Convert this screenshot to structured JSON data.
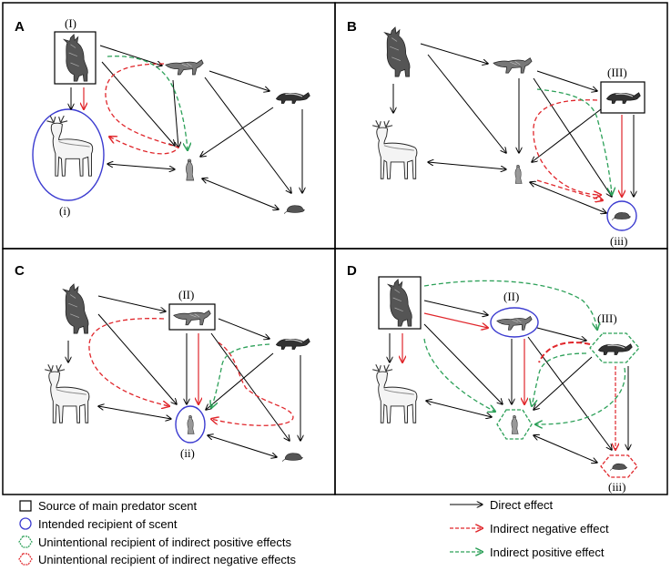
{
  "panels": [
    {
      "letter": "A",
      "source_label": "(I)",
      "recipient_label": "(i)"
    },
    {
      "letter": "B",
      "source_label": "(III)",
      "recipient_label": "(iii)"
    },
    {
      "letter": "C",
      "source_label": "(II)",
      "recipient_label": "(ii)"
    },
    {
      "letter": "D",
      "source_label": "(II)",
      "source_label_2": "(III)",
      "recipient_label": "(iii)"
    }
  ],
  "animals": [
    "wolf-icon",
    "coyote-icon",
    "deer-icon",
    "mustelid-icon",
    "squirrel-icon",
    "rodent-icon"
  ],
  "legend": {
    "source": "Source of main predator scent",
    "intended": "Intended recipient of scent",
    "unintended_positive": "Unintentional recipient of indirect positive effects",
    "unintended_negative": "Unintentional recipient of indirect negative effects",
    "direct": "Direct effect",
    "indirect_negative": "Indirect negative effect",
    "indirect_positive": "Indirect positive effect"
  },
  "colors": {
    "direct": "#000000",
    "negative": "#e0262b",
    "positive": "#2ca058",
    "intended": "#3b3bd0"
  }
}
